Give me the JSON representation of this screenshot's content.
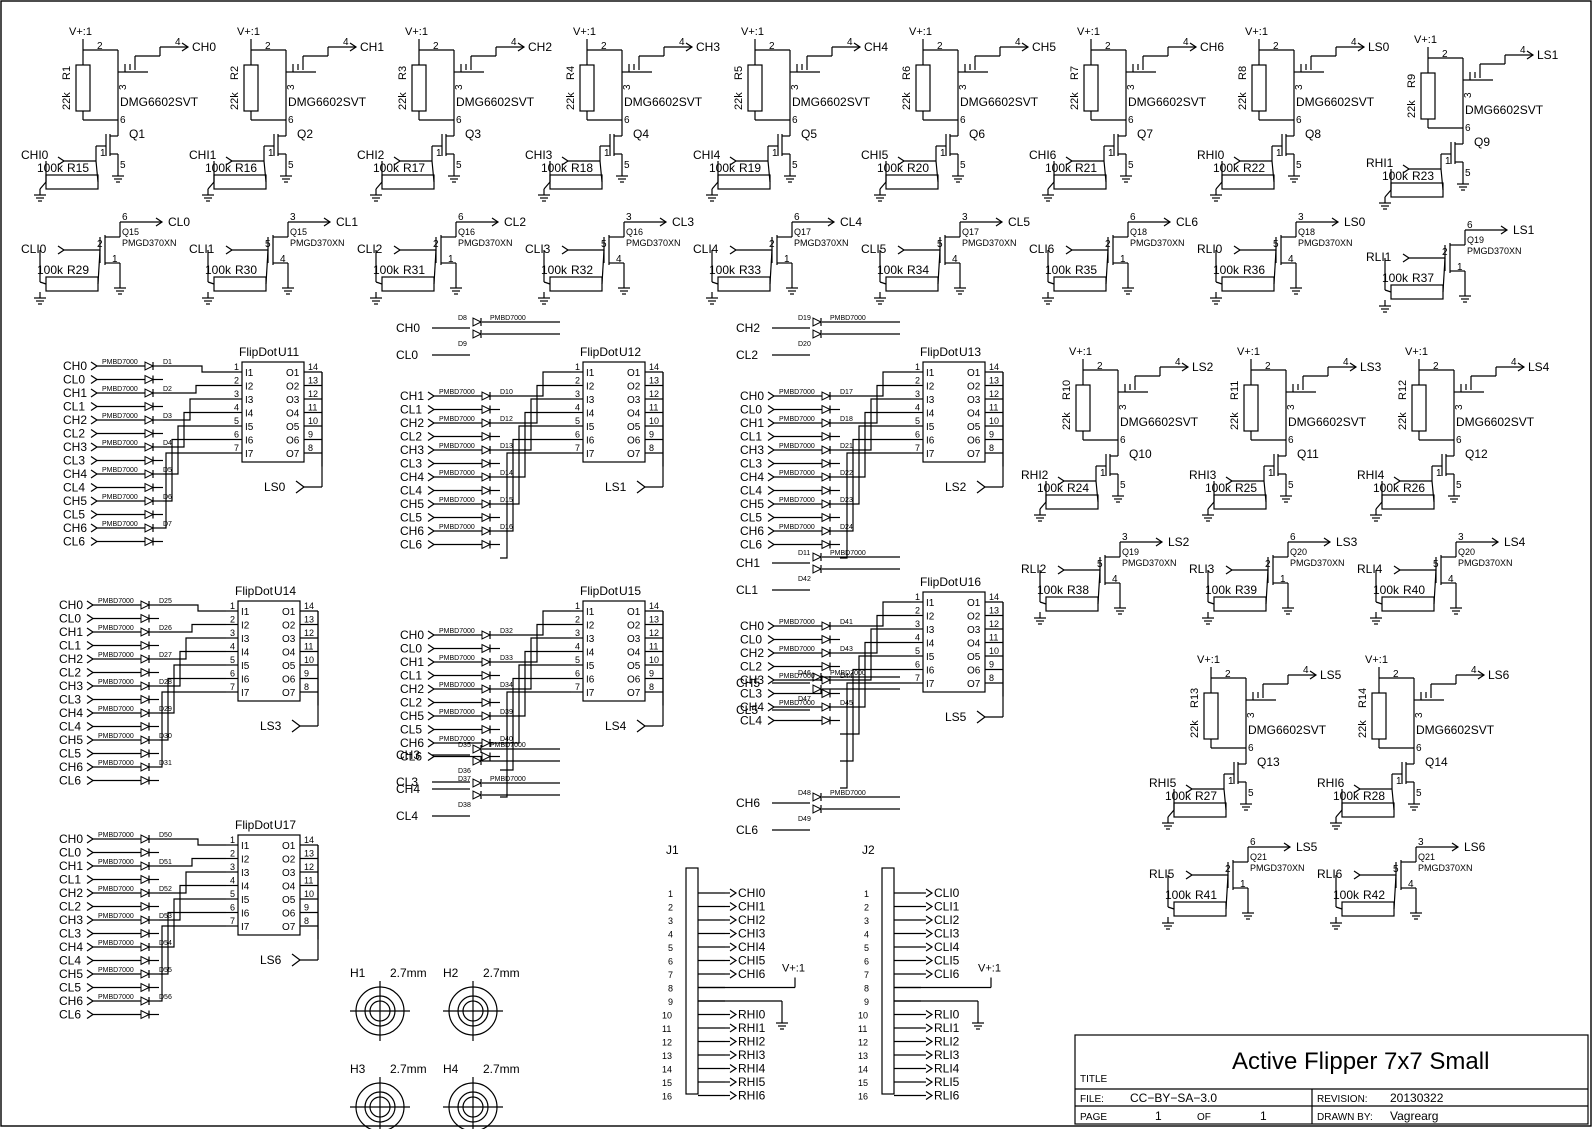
{
  "power_label": "V+:1",
  "mosfet_part": "DMG6602SVT",
  "pulldown_part": "PMGD370XN",
  "resistor_value": "22k",
  "gate_resistor_value": "100k",
  "diode_part": "PMBD7000",
  "flipdot_part": "FlipDot",
  "hole_size": "2.7mm",
  "high_drivers": [
    {
      "r": "R1",
      "q": "Q1",
      "in": "CHI0",
      "rg": "R15",
      "out": "CH0"
    },
    {
      "r": "R2",
      "q": "Q2",
      "in": "CHI1",
      "rg": "R16",
      "out": "CH1"
    },
    {
      "r": "R3",
      "q": "Q3",
      "in": "CHI2",
      "rg": "R17",
      "out": "CH2"
    },
    {
      "r": "R4",
      "q": "Q4",
      "in": "CHI3",
      "rg": "R18",
      "out": "CH3"
    },
    {
      "r": "R5",
      "q": "Q5",
      "in": "CHI4",
      "rg": "R19",
      "out": "CH4"
    },
    {
      "r": "R6",
      "q": "Q6",
      "in": "CHI5",
      "rg": "R20",
      "out": "CH5"
    },
    {
      "r": "R7",
      "q": "Q7",
      "in": "CHI6",
      "rg": "R21",
      "out": "CH6"
    },
    {
      "r": "R8",
      "q": "Q8",
      "in": "RHI0",
      "rg": "R22",
      "out": "LS0"
    },
    {
      "r": "R9",
      "q": "Q9",
      "in": "RHI1",
      "rg": "R23",
      "out": "LS1"
    },
    {
      "r": "R10",
      "q": "Q10",
      "in": "RHI2",
      "rg": "R24",
      "out": "LS2"
    },
    {
      "r": "R11",
      "q": "Q11",
      "in": "RHI3",
      "rg": "R25",
      "out": "LS3"
    },
    {
      "r": "R12",
      "q": "Q12",
      "in": "RHI4",
      "rg": "R26",
      "out": "LS4"
    },
    {
      "r": "R13",
      "q": "Q13",
      "in": "RHI5",
      "rg": "R27",
      "out": "LS5"
    },
    {
      "r": "R14",
      "q": "Q14",
      "in": "RHI6",
      "rg": "R28",
      "out": "LS6"
    }
  ],
  "low_drivers": [
    {
      "q": "Q15",
      "in": "CLI0",
      "rg": "R29",
      "out": "CL0",
      "g": "2",
      "d": "6",
      "s": "1"
    },
    {
      "q": "Q15",
      "in": "CLI1",
      "rg": "R30",
      "out": "CL1",
      "g": "5",
      "d": "3",
      "s": "4"
    },
    {
      "q": "Q16",
      "in": "CLI2",
      "rg": "R31",
      "out": "CL2",
      "g": "2",
      "d": "6",
      "s": "1"
    },
    {
      "q": "Q16",
      "in": "CLI3",
      "rg": "R32",
      "out": "CL3",
      "g": "5",
      "d": "3",
      "s": "4"
    },
    {
      "q": "Q17",
      "in": "CLI4",
      "rg": "R33",
      "out": "CL4",
      "g": "2",
      "d": "6",
      "s": "1"
    },
    {
      "q": "Q17",
      "in": "CLI5",
      "rg": "R34",
      "out": "CL5",
      "g": "5",
      "d": "3",
      "s": "4"
    },
    {
      "q": "Q18",
      "in": "CLI6",
      "rg": "R35",
      "out": "CL6",
      "g": "2",
      "d": "6",
      "s": "1"
    },
    {
      "q": "Q18",
      "in": "RLI0",
      "rg": "R36",
      "out": "LS0",
      "g": "5",
      "d": "3",
      "s": "4"
    },
    {
      "q": "Q19",
      "in": "RLI1",
      "rg": "R37",
      "out": "LS1",
      "g": "2",
      "d": "6",
      "s": "1"
    },
    {
      "q": "Q19",
      "in": "RLI2",
      "rg": "R38",
      "out": "LS2",
      "g": "5",
      "d": "3",
      "s": "4"
    },
    {
      "q": "Q20",
      "in": "RLI3",
      "rg": "R39",
      "out": "LS3",
      "g": "2",
      "d": "6",
      "s": "1"
    },
    {
      "q": "Q20",
      "in": "RLI4",
      "rg": "R40",
      "out": "LS4",
      "g": "5",
      "d": "3",
      "s": "4"
    },
    {
      "q": "Q21",
      "in": "RLI5",
      "rg": "R41",
      "out": "LS5",
      "g": "2",
      "d": "6",
      "s": "1"
    },
    {
      "q": "Q21",
      "in": "RLI6",
      "rg": "R42",
      "out": "LS6",
      "g": "5",
      "d": "3",
      "s": "4"
    }
  ],
  "flipdots": [
    {
      "ref": "U11",
      "ls": "LS0",
      "rows": [
        "CH0",
        "CL0",
        "CH1",
        "CL1",
        "CH2",
        "CL2",
        "CH3",
        "CL3",
        "CH4",
        "CL4",
        "CH5",
        "CL5",
        "CH6",
        "CL6"
      ],
      "diodes": [
        "D1",
        "D2",
        "D3",
        "D4",
        "D5",
        "D6",
        "D7"
      ],
      "extra": []
    },
    {
      "ref": "U12",
      "ls": "LS1",
      "rows": [
        "CH1",
        "CL1",
        "CH2",
        "CL2",
        "CH3",
        "CL3",
        "CH4",
        "CL4",
        "CH5",
        "CL5",
        "CH6",
        "CL6"
      ],
      "diodes": [
        "D10",
        "D12",
        "D13",
        "D14",
        "D15",
        "D16"
      ],
      "extra": [
        {
          "hi": "CH0",
          "lo": "CL0",
          "da": "D8",
          "db": "D9"
        }
      ]
    },
    {
      "ref": "U13",
      "ls": "LS2",
      "rows": [
        "CH0",
        "CL0",
        "CH1",
        "CL1",
        "CH3",
        "CL3",
        "CH4",
        "CL4",
        "CH5",
        "CL5",
        "CH6",
        "CL6"
      ],
      "diodes": [
        "D17",
        "D18",
        "D21",
        "D22",
        "D23",
        "D24"
      ],
      "extra": [
        {
          "hi": "CH2",
          "lo": "CL2",
          "da": "D19",
          "db": "D20"
        }
      ]
    },
    {
      "ref": "U14",
      "ls": "LS3",
      "rows": [
        "CH0",
        "CL0",
        "CH1",
        "CL1",
        "CH2",
        "CL2",
        "CH3",
        "CL3",
        "CH4",
        "CL4",
        "CH5",
        "CL5",
        "CH6",
        "CL6"
      ],
      "diodes": [
        "D25",
        "D26",
        "D27",
        "D28",
        "D29",
        "D30",
        "D31"
      ],
      "extra": []
    },
    {
      "ref": "U15",
      "ls": "LS4",
      "rows": [
        "CH0",
        "CL0",
        "CH1",
        "CL1",
        "CH2",
        "CL2",
        "CH5",
        "CL5",
        "CH6",
        "CL6"
      ],
      "diodes": [
        "D32",
        "D33",
        "D34",
        "D39",
        "D40"
      ],
      "extra": [
        {
          "hi": "CH3",
          "lo": "CL3",
          "da": "D35",
          "db": "D36"
        },
        {
          "hi": "CH4",
          "lo": "CL4",
          "da": "D37",
          "db": "D38"
        }
      ]
    },
    {
      "ref": "U16",
      "ls": "LS5",
      "rows": [
        "CH0",
        "CL0",
        "CH2",
        "CL2",
        "CH3",
        "CL3",
        "CH4",
        "CL4"
      ],
      "diodes": [
        "D41",
        "D43",
        "D44",
        "D45"
      ],
      "extra": [
        {
          "hi": "CH1",
          "lo": "CL1",
          "da": "D11",
          "db": "D42"
        },
        {
          "hi": "CH5",
          "lo": "CL5",
          "da": "D46",
          "db": "D47"
        },
        {
          "hi": "CH6",
          "lo": "CL6",
          "da": "D48",
          "db": "D49"
        }
      ]
    },
    {
      "ref": "U17",
      "ls": "LS6",
      "rows": [
        "CH0",
        "CL0",
        "CH1",
        "CL1",
        "CH2",
        "CL2",
        "CH3",
        "CL3",
        "CH4",
        "CL4",
        "CH5",
        "CL5",
        "CH6",
        "CL6"
      ],
      "diodes": [
        "D50",
        "D51",
        "D52",
        "D53",
        "D54",
        "D55",
        "D56"
      ],
      "extra": []
    }
  ],
  "flipdot_inputs": [
    "I1",
    "I2",
    "I3",
    "I4",
    "I5",
    "I6",
    "I7"
  ],
  "flipdot_outputs": [
    "O1",
    "O2",
    "O3",
    "O4",
    "O5",
    "O6",
    "O7"
  ],
  "connectors": [
    {
      "ref": "J1",
      "pins": [
        "1",
        "2",
        "3",
        "4",
        "5",
        "6",
        "7",
        "8",
        "9",
        "10",
        "11",
        "12",
        "13",
        "14",
        "15",
        "16"
      ],
      "top": [
        "CHI0",
        "CHI1",
        "CHI2",
        "CHI3",
        "CHI4",
        "CHI5",
        "CHI6"
      ],
      "bottom": [
        "RHI0",
        "RHI1",
        "RHI2",
        "RHI3",
        "RHI4",
        "RHI5",
        "RHI6"
      ]
    },
    {
      "ref": "J2",
      "pins": [
        "1",
        "2",
        "3",
        "4",
        "5",
        "6",
        "7",
        "8",
        "9",
        "10",
        "11",
        "12",
        "13",
        "14",
        "15",
        "16"
      ],
      "top": [
        "CLI0",
        "CLI1",
        "CLI2",
        "CLI3",
        "CLI4",
        "CLI5",
        "CLI6"
      ],
      "bottom": [
        "RLI0",
        "RLI1",
        "RLI2",
        "RLI3",
        "RLI4",
        "RLI5",
        "RLI6"
      ]
    }
  ],
  "holes": [
    "H1",
    "H2",
    "H3",
    "H4"
  ],
  "title_block": {
    "title": "Active Flipper 7x7 Small",
    "title_label": "TITLE",
    "file_label": "FILE:",
    "file": "CC−BY−SA−3.0",
    "revision_label": "REVISION:",
    "revision": "20130322",
    "page_label": "PAGE",
    "page": "1",
    "of_label": "OF",
    "of": "1",
    "drawn_by_label": "DRAWN BY:",
    "drawn_by": "Vagrearg"
  }
}
